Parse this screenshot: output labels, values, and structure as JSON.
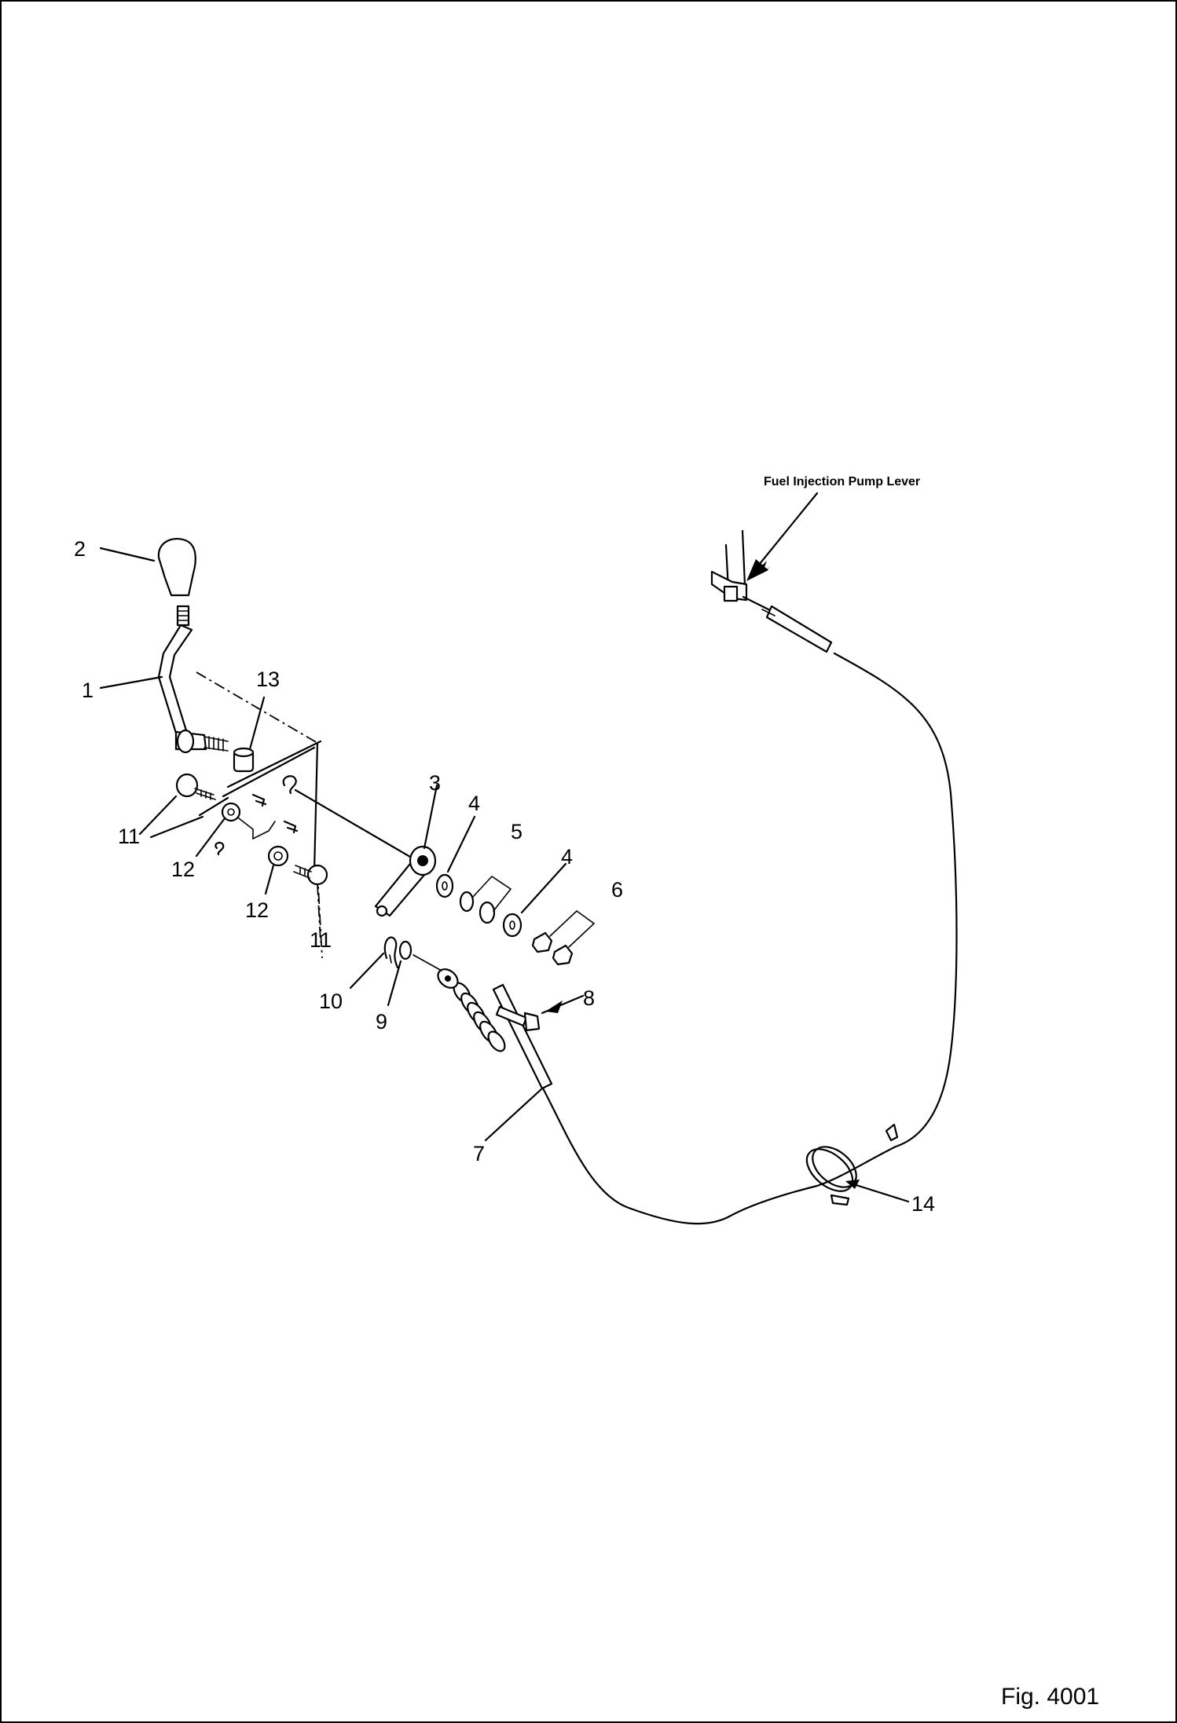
{
  "figure": {
    "number": "Fig. 4001",
    "note": "Fuel Injection Pump Lever"
  },
  "callouts": [
    {
      "id": "c2",
      "text": "2"
    },
    {
      "id": "c1",
      "text": "1"
    },
    {
      "id": "c13",
      "text": "13"
    },
    {
      "id": "c11a",
      "text": "11"
    },
    {
      "id": "c12a",
      "text": "12"
    },
    {
      "id": "c12b",
      "text": "12"
    },
    {
      "id": "c11b",
      "text": "11"
    },
    {
      "id": "c3",
      "text": "3"
    },
    {
      "id": "c4a",
      "text": "4"
    },
    {
      "id": "c5",
      "text": "5"
    },
    {
      "id": "c4b",
      "text": "4"
    },
    {
      "id": "c6",
      "text": "6"
    },
    {
      "id": "c8",
      "text": "8"
    },
    {
      "id": "c10",
      "text": "10"
    },
    {
      "id": "c9",
      "text": "9"
    },
    {
      "id": "c7",
      "text": "7"
    },
    {
      "id": "c14",
      "text": "14"
    }
  ]
}
